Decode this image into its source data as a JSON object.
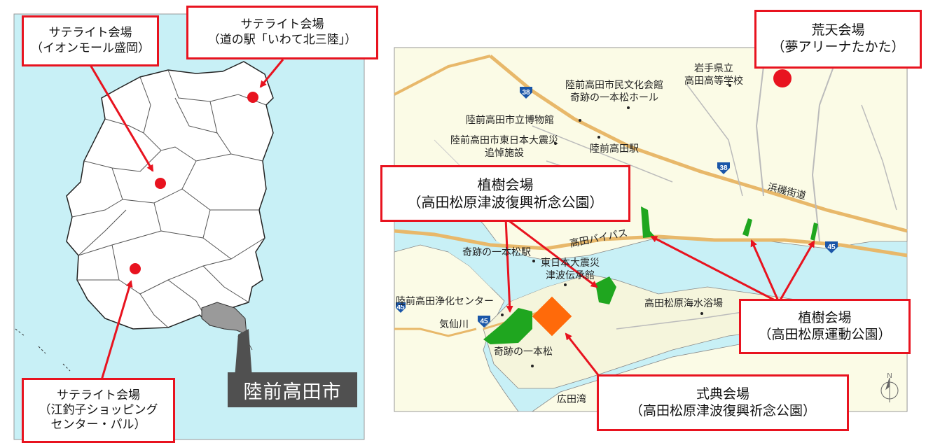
{
  "left_map": {
    "city_label": "陸前高田市",
    "satellites": [
      {
        "line1": "サテライト会場",
        "line2": "（イオンモール盛岡）"
      },
      {
        "line1": "サテライト会場",
        "line2": "（道の駅「いわて北三陸」）"
      },
      {
        "line1": "サテライト会場",
        "line2": "（江釣子ショッピング",
        "line3": "センター・パル）"
      }
    ]
  },
  "right_map": {
    "venues": {
      "rain": {
        "line1": "荒天会場",
        "line2": "（夢アリーナたかた）"
      },
      "planting_memorial": {
        "line1": "植樹会場",
        "line2": "（高田松原津波復興祈念公園）"
      },
      "planting_sports": {
        "line1": "植樹会場",
        "line2": "（高田松原運動公園）"
      },
      "ceremony": {
        "line1": "式典会場",
        "line2": "（高田松原津波復興祈念公園）"
      }
    },
    "labels": {
      "school": [
        "岩手県立",
        "高田高等学校"
      ],
      "culture_hall": [
        "陸前高田市民文化会館",
        "奇跡の一本松ホール"
      ],
      "museum": "陸前高田市立博物館",
      "memorial": [
        "陸前高田市東日本大震災",
        "追悼施設"
      ],
      "station": "陸前高田駅",
      "hamaiso": "浜磯街道",
      "bypass": "高田バイパス",
      "ippon_station": "奇跡の一本松駅",
      "tsunami_hall": [
        "東日本大震災",
        "津波伝承館"
      ],
      "purification": "陸前高田浄化センター",
      "kesen_river": "気仙川",
      "beach": "高田松原海水浴場",
      "pine": "奇跡の一本松",
      "bay": "広田湾"
    },
    "route_shields": [
      "38",
      "38",
      "45",
      "45",
      "45"
    ],
    "north_mark": "N"
  },
  "colors": {
    "accent": "#e8131f",
    "sea": "#c8f0f6",
    "land": "#fbfbe6",
    "green": "#1fa61f",
    "orange": "#ff6a0a"
  }
}
